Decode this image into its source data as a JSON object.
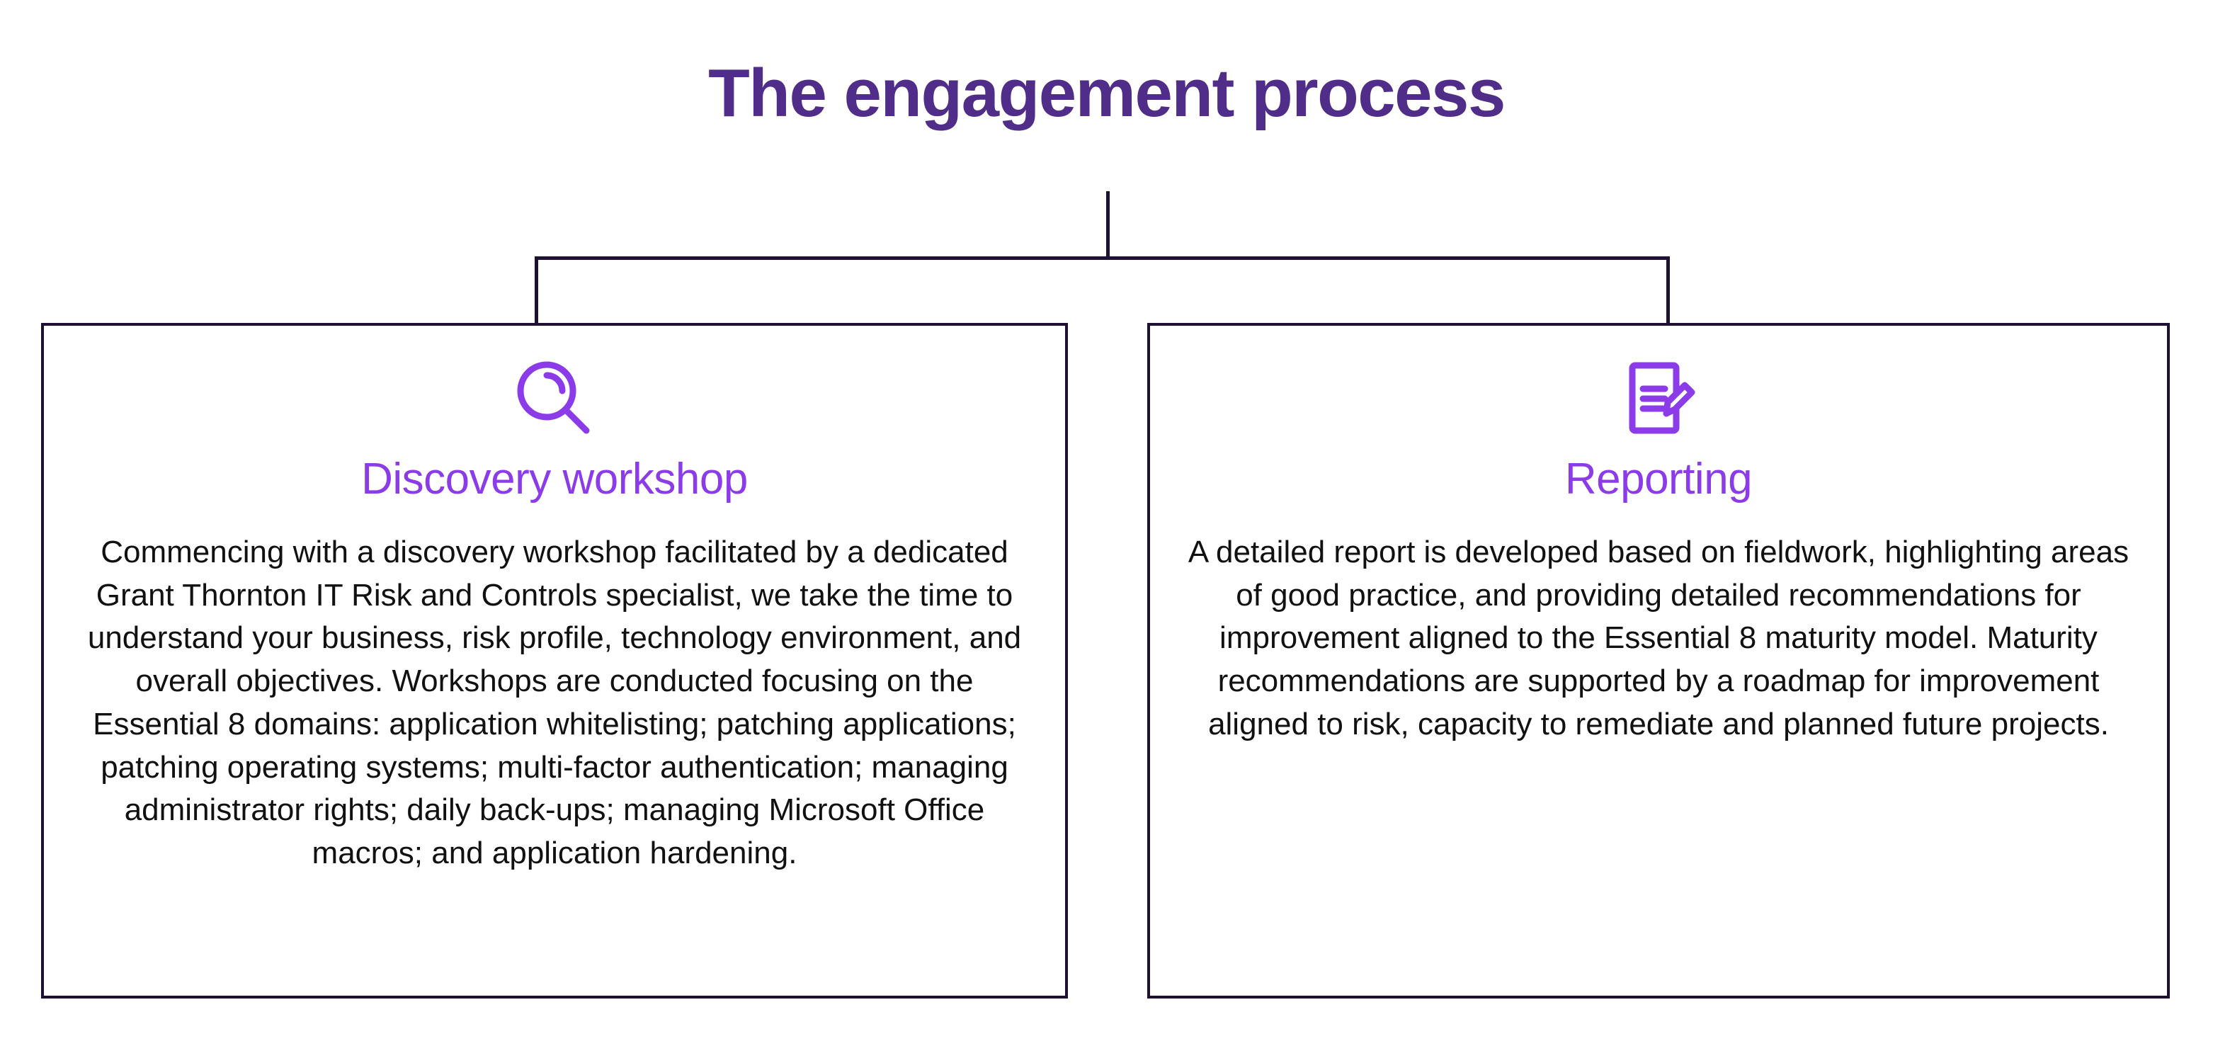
{
  "diagram": {
    "title": "The engagement process",
    "type": "org-tree",
    "colors": {
      "title_purple": "#4F2D89",
      "heading_purple": "#8B3CE8",
      "line_dark": "#1E1033",
      "body_text": "#111111",
      "background": "#FFFFFF"
    },
    "connector": {
      "description": "vertical stem from title to horizontal bar, with two drops to the card tops"
    },
    "nodes": [
      {
        "id": "discovery-workshop",
        "icon": "magnifier-icon",
        "heading": "Discovery workshop",
        "body": "Commencing with a discovery workshop facilitated by a dedicated Grant Thornton IT Risk and Controls specialist, we take the time to understand your business, risk profile, technology environment, and overall objectives. Workshops are conducted focusing on the Essential 8 domains: application whitelisting; patching applications; patching operating systems; multi-factor authentication; managing administrator rights; daily back-ups; managing Microsoft Office macros; and application hardening."
      },
      {
        "id": "reporting",
        "icon": "document-pencil-icon",
        "heading": "Reporting",
        "body": "A detailed report is developed based on fieldwork, highlighting areas of good practice, and providing detailed recommendations for improvement aligned to the Essential 8 maturity model. Maturity recommendations are supported by a roadmap for improvement aligned to risk, capacity to remediate and planned future projects."
      }
    ]
  }
}
